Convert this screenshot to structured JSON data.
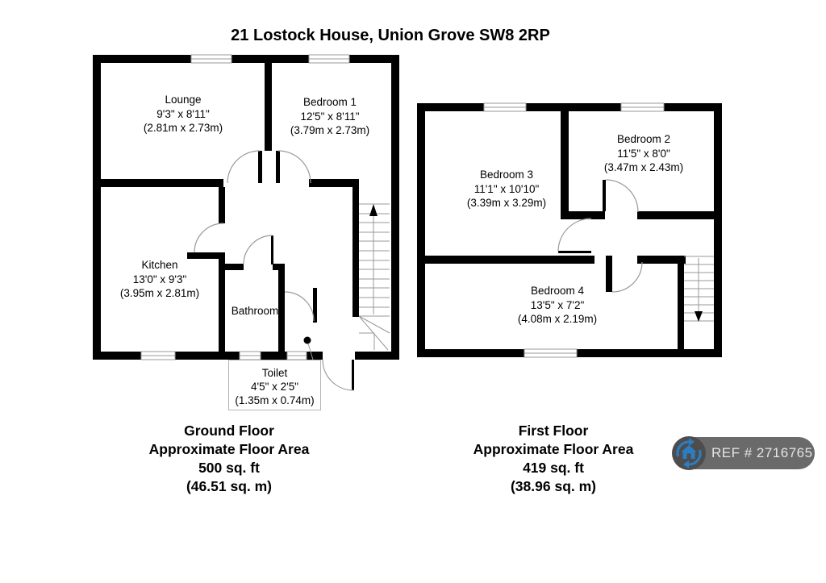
{
  "title": "21 Lostock House, Union Grove SW8 2RP",
  "ground_floor": {
    "rooms": {
      "lounge": {
        "name": "Lounge",
        "imperial": "9'3\" x 8'11\"",
        "metric": "(2.81m x 2.73m)"
      },
      "bedroom1": {
        "name": "Bedroom 1",
        "imperial": "12'5\" x 8'11\"",
        "metric": "(3.79m x 2.73m)"
      },
      "kitchen": {
        "name": "Kitchen",
        "imperial": "13'0\" x 9'3\"",
        "metric": "(3.95m x 2.81m)"
      },
      "bathroom": {
        "name": "Bathroom"
      },
      "toilet": {
        "name": "Toilet",
        "imperial": "4'5\" x 2'5\"",
        "metric": "(1.35m x 0.74m)"
      }
    },
    "footer": {
      "floor_name": "Ground Floor",
      "area_label": "Approximate Floor Area",
      "area_ft": "500 sq. ft",
      "area_m": "(46.51 sq. m)"
    },
    "stairs_direction": "up"
  },
  "first_floor": {
    "rooms": {
      "bedroom3": {
        "name": "Bedroom 3",
        "imperial": "11'1\" x 10'10\"",
        "metric": "(3.39m x 3.29m)"
      },
      "bedroom2": {
        "name": "Bedroom 2",
        "imperial": "11'5\" x 8'0\"",
        "metric": "(3.47m x 2.43m)"
      },
      "bedroom4": {
        "name": "Bedroom 4",
        "imperial": "13'5\" x 7'2\"",
        "metric": "(4.08m x 2.19m)"
      }
    },
    "footer": {
      "floor_name": "First Floor",
      "area_label": "Approximate Floor Area",
      "area_ft": "419 sq. ft",
      "area_m": "(38.96 sq. m)"
    },
    "stairs_direction": "down"
  },
  "ref_badge": {
    "label": "REF # 2716765",
    "icon": "house-refresh-icon"
  },
  "colors": {
    "wall": "#000000",
    "door_arc": "#9a9a9a",
    "stair_tread": "#999999",
    "toilet_box_border": "#b3b3b3",
    "badge_bg": "#6a6a6a",
    "badge_icon_bg": "#4d4d4d",
    "badge_text": "#e4e4e4",
    "accent_blue": "#2d7dc2"
  }
}
